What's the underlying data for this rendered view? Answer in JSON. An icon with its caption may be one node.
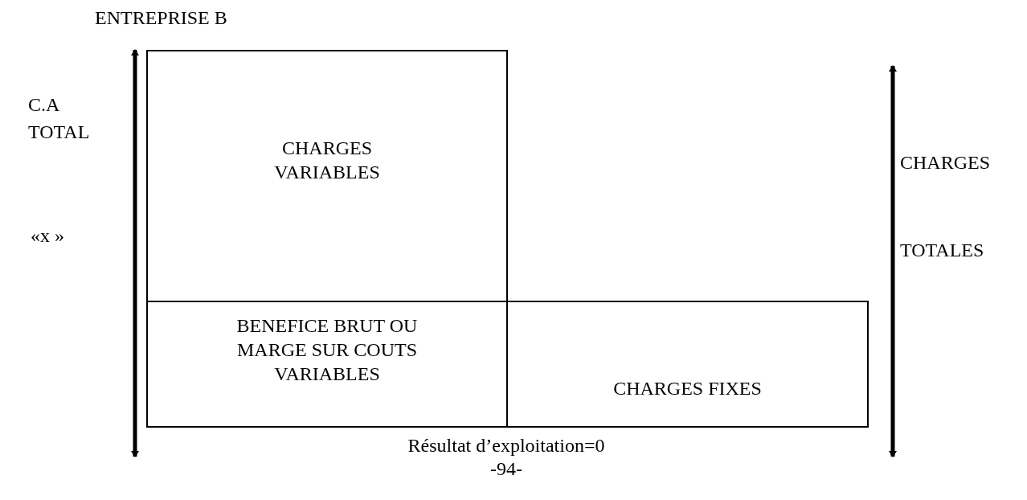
{
  "diagram": {
    "title": "ENTREPRISE B",
    "nodes": [
      {
        "text": [
          "CHARGES VARIABLES"
        ]
      },
      {
        "text": [
          "BENEFICE BRUT OU MARGE SUR COUTS VARIABLES"
        ]
      },
      {
        "text": [
          "CHARGES FIXES"
        ]
      }
    ],
    "labels": [
      "C.A",
      "TOTAL",
      "«x »",
      "CHARGES",
      "TOTALES",
      "Résultat d’exploitation=0",
      "-94-"
    ]
  }
}
